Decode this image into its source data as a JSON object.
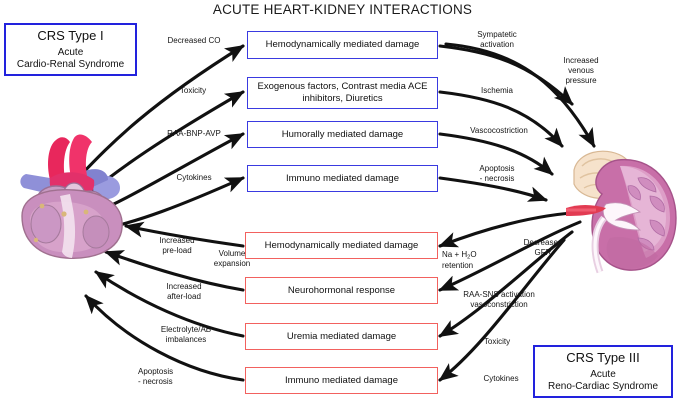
{
  "figure": {
    "title": "ACUTE HEART-KIDNEY INTERACTIONS",
    "background": "#ffffff",
    "accent_blue": "#2222dd",
    "accent_red": "#f2615e"
  },
  "legend_boxes": [
    {
      "id": "crs-type-1",
      "title": "CRS Type I",
      "line1": "Acute",
      "line2": "Cardio-Renal Syndrome",
      "border_color": "#2222dd"
    },
    {
      "id": "crs-type-3",
      "title": "CRS Type III",
      "line1": "Acute",
      "line2": "Reno-Cardiac Syndrome",
      "border_color": "#2222dd"
    }
  ],
  "organs": [
    {
      "id": "heart-illustration",
      "name": "heart"
    },
    {
      "id": "kidney-illustration",
      "name": "kidney-with-adrenal-gland"
    }
  ],
  "heart_to_kidney": {
    "direction": "heart-to-kidney",
    "box_border_color": "#3a3ae0",
    "rows": [
      {
        "source_label": "Decreased CO",
        "box": "Hemodynamically mediated damage",
        "target_label": "Sympatetic\nactivation"
      },
      {
        "source_label": "Toxicity",
        "box": "Exogenous factors, Contrast media\nACE inhibitors, Diuretics",
        "target_label": "Ischemia"
      },
      {
        "source_label": "RAA-BNP-AVP",
        "box": "Humorally mediated damage",
        "target_label": "Vascocostriction"
      },
      {
        "source_label": "Cytokines",
        "box": "Immuno mediated damage",
        "target_label": "Apoptosis\n- necrosis"
      }
    ],
    "extra_label": "Increased\nvenous\npressure"
  },
  "kidney_to_heart": {
    "direction": "kidney-to-heart",
    "box_border_color": "#f2615e",
    "rows": [
      {
        "target_label": "Increased\npre-load",
        "target_label_2": "Volume\nexpansion",
        "box": "Hemodynamically mediated damage",
        "source_label": "Na + H",
        "source_label_sub": "2",
        "source_label_rest": "O\nretention",
        "source_label_2": "Decreased\nGFR"
      },
      {
        "target_label": "Increased\nafter-load",
        "box": "Neurohormonal response",
        "source_label": "RAA-SNS activation\nvasoconstriction"
      },
      {
        "target_label": "Electrolyte/AB\nimbalances",
        "box": "Uremia mediated damage",
        "source_label": "Toxicity"
      },
      {
        "target_label": "Apoptosis\n- necrosis",
        "box": "Immuno mediated damage",
        "source_label": "Cytokines"
      }
    ]
  }
}
